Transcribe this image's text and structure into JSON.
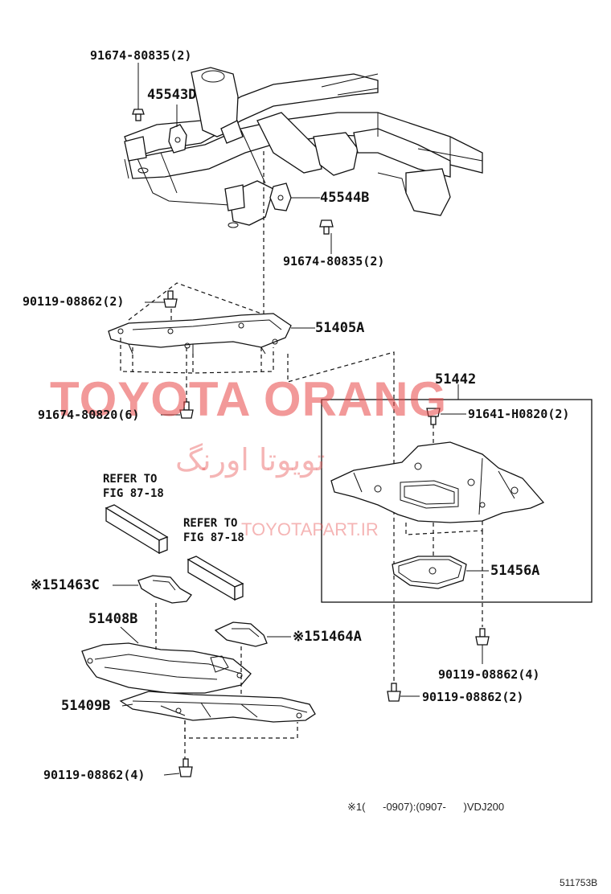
{
  "labels": {
    "bolt_top_left": "91674-80835(2)",
    "bracket_d": "45543D",
    "bracket_b": "45544B",
    "bolt_top_right": "91674-80835(2)",
    "bolt_plate_upper": "90119-08862(2)",
    "plate_51405a": "51405A",
    "bolt_plate_lower": "91674-80820(6)",
    "assy_51442": "51442",
    "bolt_h0820": "91641-H0820(2)",
    "cover_51456a": "51456A",
    "bolt_right_4": "90119-08862(4)",
    "bolt_right_2": "90119-08862(2)",
    "part_51463c": "※151463C",
    "part_51408b": "51408B",
    "part_51464a": "※151464A",
    "part_51409b": "51409B",
    "bolt_bottom_4": "90119-08862(4)"
  },
  "refer_1": "REFER TO\nFIG 87-18",
  "refer_2": "REFER TO\nFIG 87-18",
  "footnote": "※1(      -0907):(0907-      )VDJ200",
  "figure_id": "511753B",
  "watermark": {
    "brand": "TOYOTA ORANG",
    "persian": "تویوتا اورنگ",
    "url": "TOYOTAPART.IR"
  }
}
